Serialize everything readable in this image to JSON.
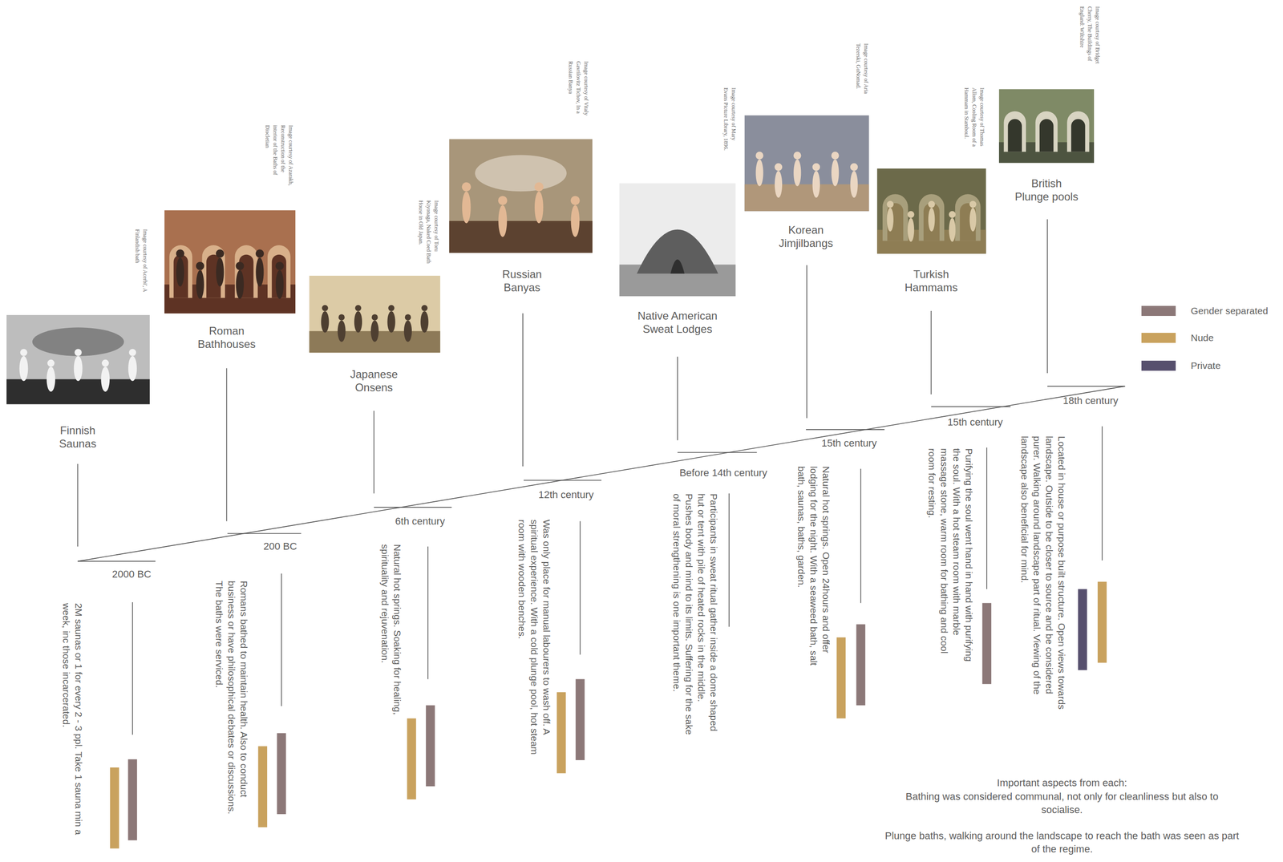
{
  "diagram": {
    "labels": [
      "Image courtesy of Acerbi', A Finlandish bath",
      "Finnish Saunas",
      "2000 BC",
      "2M saunas or 1 for every 2 - 3 ppl. Take 1 sauna min a week, inc those incarcerated.",
      "Image courtesy of Azarakh, Reconstruction of the interior of the Baths of Diocletian",
      "Roman Bathhouses",
      "200 BC",
      "Romans bathed to maintain health. Also to conduct business or have philosophical debates or discussions. The baths were serviced.",
      "Image courtesy of Toru Kiyonaga, Naked Coed Bath House in Old Japan.",
      "Japanese Onsens",
      "6th century",
      "Natural hot springs. Soaking for healing, spirituality and rejuvenation.",
      "Image courtesy of Vitaly Gavrilovitz Tichov, In a Russian Banya",
      "Russian Banyas",
      "12th century",
      "Was only place for manual labourers to wash off. A spiritual experience. With a cold plunge pool, hot steam room with wooden benches.",
      "Image courtesy of Mary Evans Picture Library, 1896.",
      "Native American Sweat Lodges",
      "Before 14th century",
      "Participants in sweat ritual gather inside a dome shaped hut or tent with pile of heated rocks in the middle. Pushes body and mind to its limits. Suffering for the sake of moral strengthening is one important theme.",
      "Image courtesy of Aria Tezerski, GoNomad.",
      "Korean Jimjilbangs",
      "15th century",
      "Natural hot springs. Open 24hours and offer lodging for the night. With a seaweed bath, salt bath, saunas, baths, garden.",
      "Image courtesy of Thomas Allom, Cooling Room of a Hammam in Stamboul.",
      "Turkish Hammams",
      "15th century",
      "Purifying the soul went hand in hand with purifying the soul. With a hot steam room with marble massage stone, warm room for bathing and cool room for resting.",
      "Image courtesy of Bridget Cherry, The Buildings of England: Wiltshire",
      "British Plunge pools",
      "18th century",
      "Located in house or purpose built structure. Open views towards landscape. Outside to be closer to source and be considered purer. Walking around landscape part of ritual. Viewing of the landscape also beneficial for mind.",
      "Important aspects from each:",
      "Bathing was considered communal, not only for cleanliness but also to socialise.",
      "Plunge baths, walking around the landscape to reach the bath was seen as part of the regime."
    ],
    "legend": [
      {
        "text": "Gender separated",
        "color": "#8c7878"
      },
      {
        "text": "Nude",
        "color": "#c9a25e"
      },
      {
        "text": "Private",
        "color": "#57506e"
      }
    ]
  }
}
